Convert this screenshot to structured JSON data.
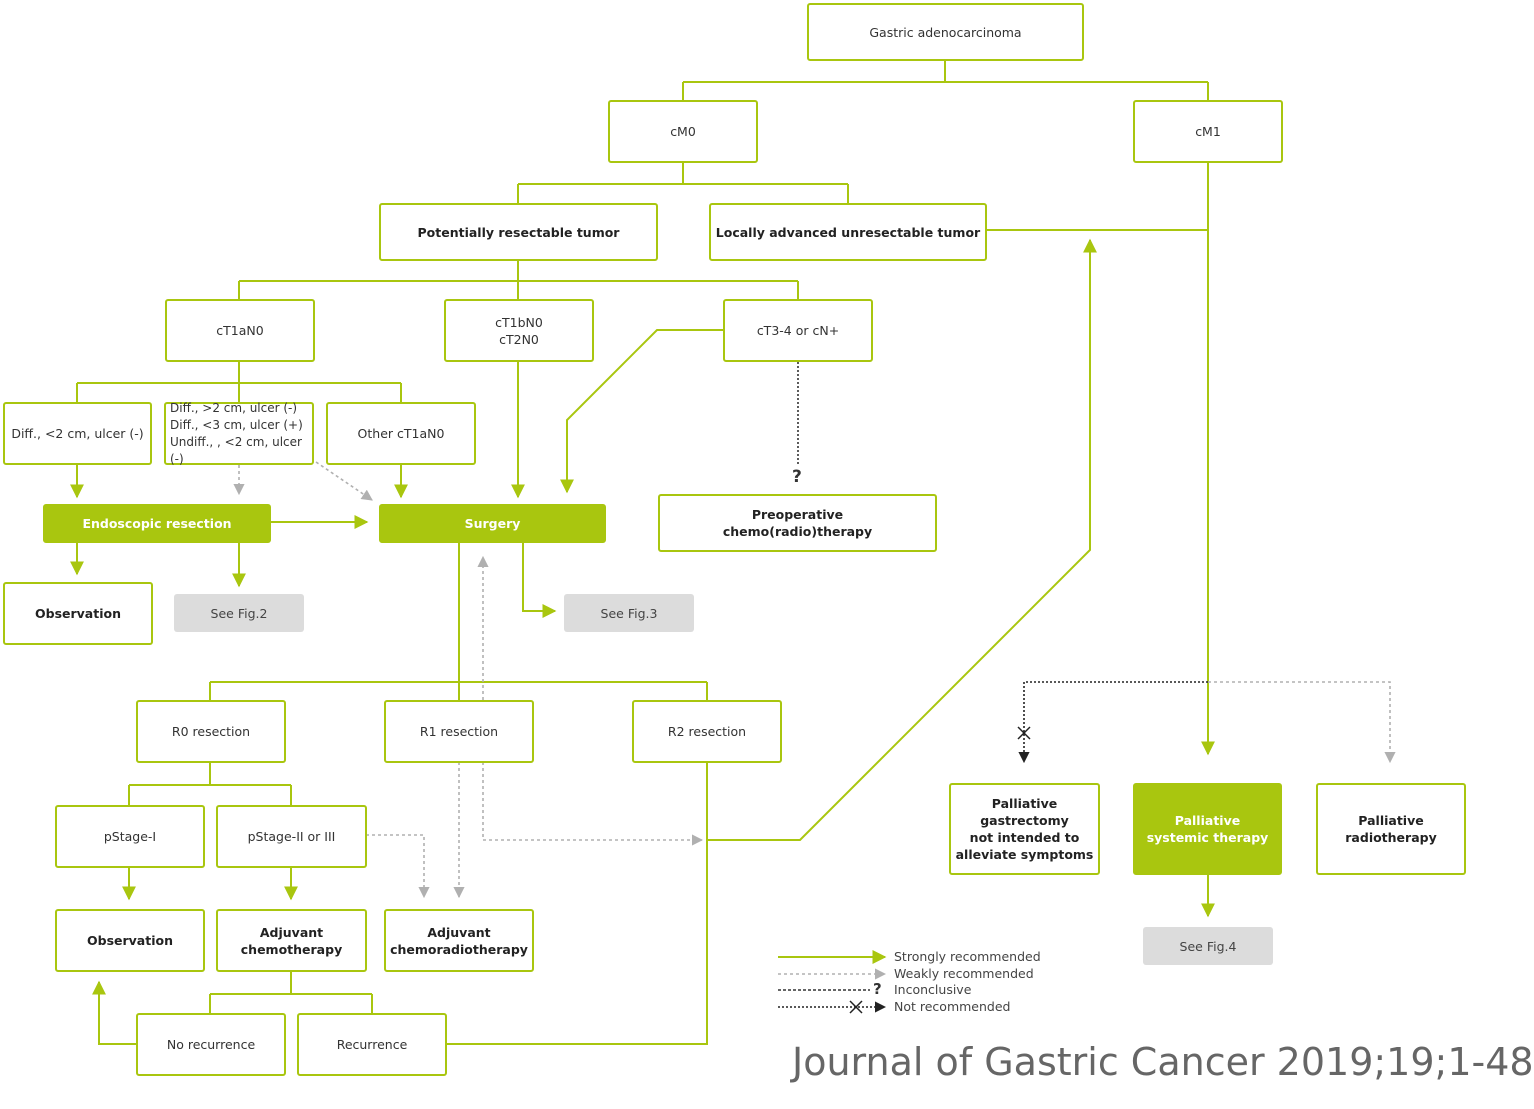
{
  "nodes": {
    "gastric": "Gastric adenocarcinoma",
    "cm0": "cM0",
    "cm1": "cM1",
    "resectable": "Potentially resectable tumor",
    "unresectable": "Locally advanced unresectable tumor",
    "ct1an0": "cT1aN0",
    "ct1bn0": "cT1bN0\ncT2N0",
    "ct34": "cT3-4 or cN+",
    "diff_small": "Diff., <2 cm, ulcer (-)",
    "diff_ext": "Diff., >2 cm, ulcer (-)\nDiff., <3 cm, ulcer (+)\nUndiff., , <2 cm, ulcer (-)",
    "other_ct1an0": "Other cT1aN0",
    "endoscopic": "Endoscopic resection",
    "surgery": "Surgery",
    "preop": "Preoperative\nchemo(radio)therapy",
    "observation_top": "Observation",
    "fig2": "See Fig.2",
    "fig3": "See Fig.3",
    "r0": "R0 resection",
    "r1": "R1 resection",
    "r2": "R2 resection",
    "pstage1": "pStage-I",
    "pstage23": "pStage-II or III",
    "observation_bottom": "Observation",
    "adj_chemo": "Adjuvant\nchemotherapy",
    "adj_chemorad": "Adjuvant\nchemoradiotherapy",
    "no_recurrence": "No recurrence",
    "recurrence": "Recurrence",
    "pal_gastrectomy": "Palliative\ngastrectomy\nnot intended to\nalleviate symptoms",
    "pal_systemic": "Palliative\nsystemic therapy",
    "pal_radio": "Palliative\nradiotherapy",
    "fig4": "See Fig.4"
  },
  "inconclusive_mark": "?",
  "legend": {
    "strong": "Strongly recommended",
    "weak": "Weakly recommended",
    "inconclusive": "Inconclusive",
    "not": "Not recommended"
  },
  "colors": {
    "green": "#a9c60f",
    "grey_arrow": "#b0b0b0",
    "dark": "#222222",
    "grey_box": "#dcdcdc"
  },
  "citation": "Journal of Gastric Cancer 2019;19;1-48"
}
